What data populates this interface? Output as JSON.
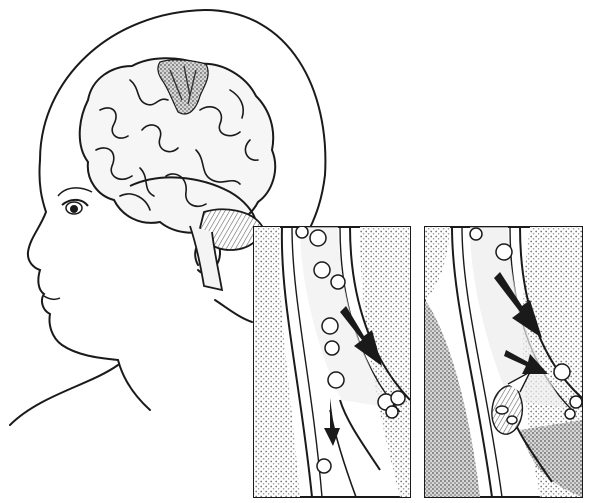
{
  "illustration": {
    "subject": "child-head-profile-with-brain-and-blood-vessel-insets",
    "panels": [
      {
        "id": "left-inset",
        "content": "normal-vessel-with-blood-flow"
      },
      {
        "id": "right-inset",
        "content": "blocked-vessel-with-clot"
      }
    ]
  },
  "colors": {
    "ink": "#1a1a1a",
    "paper": "#ffffff",
    "shade": "#d9d9d9",
    "dark_shade": "#8c8c8c",
    "lesion": "#333333"
  }
}
